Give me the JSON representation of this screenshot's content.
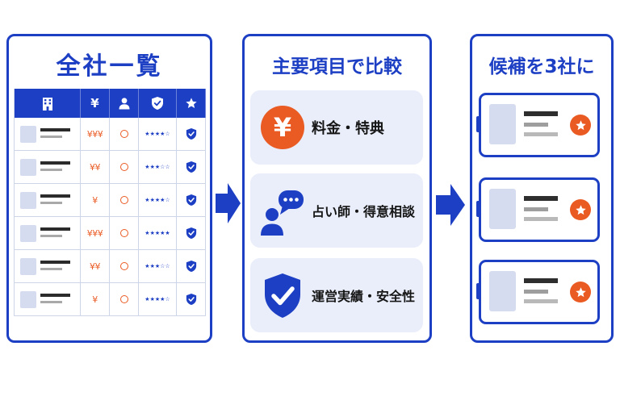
{
  "colors": {
    "primary": "#1d3fc4",
    "accent": "#ea5a23",
    "card_bg": "#e9eefa",
    "thumbnail": "#d6dcef"
  },
  "steps": [
    {
      "title": "全社一覧"
    },
    {
      "title": "主要項目で比較"
    },
    {
      "title": "候補を3社に"
    }
  ],
  "company_table": {
    "columns": [
      {
        "icon": "building-icon"
      },
      {
        "icon": "yen-icon",
        "label": "¥"
      },
      {
        "icon": "person-icon"
      },
      {
        "icon": "shield-check-icon"
      },
      {
        "icon": "star-icon"
      }
    ],
    "rating_max": 5,
    "rows": [
      {
        "price": "¥¥¥",
        "mark_icon": "circle-icon",
        "rating": 4,
        "badge_icon": "shield-check-icon"
      },
      {
        "price": "¥¥",
        "mark_icon": "circle-icon",
        "rating": 3,
        "badge_icon": "shield-check-icon"
      },
      {
        "price": "¥",
        "mark_icon": "circle-icon",
        "rating": 4,
        "badge_icon": "shield-check-icon"
      },
      {
        "price": "¥¥¥",
        "mark_icon": "circle-icon",
        "rating": 5,
        "badge_icon": "shield-check-icon"
      },
      {
        "price": "¥¥",
        "mark_icon": "circle-icon",
        "rating": 3,
        "badge_icon": "shield-check-icon"
      },
      {
        "price": "¥",
        "mark_icon": "circle-icon",
        "rating": 4,
        "badge_icon": "shield-check-icon"
      }
    ]
  },
  "comparison_items": [
    {
      "icon": "yen-coin-icon",
      "icon_glyph": "¥",
      "label": "料金・特典"
    },
    {
      "icon": "chat-person-icon",
      "label": "占い師・得意相談"
    },
    {
      "icon": "shield-check-icon",
      "label": "運営実績・安全性"
    }
  ],
  "candidates": [
    {
      "badge_icon": "star-badge-icon"
    },
    {
      "badge_icon": "star-badge-icon"
    },
    {
      "badge_icon": "star-badge-icon"
    }
  ],
  "arrows": [
    {
      "icon": "arrow-right-icon"
    },
    {
      "icon": "arrow-right-icon"
    }
  ]
}
